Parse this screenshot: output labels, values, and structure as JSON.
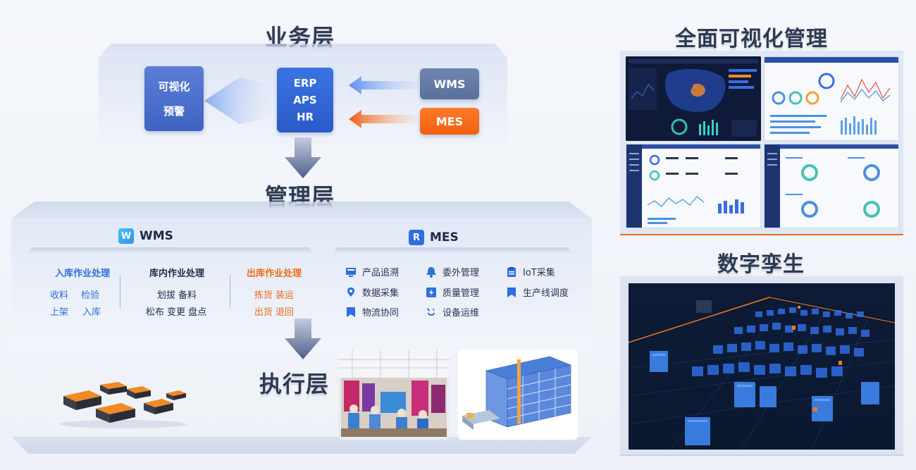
{
  "layers": {
    "business": "业务层",
    "manage": "管理层",
    "execute": "执行层"
  },
  "business": {
    "visual_line1": "可视化",
    "visual_line2": "预警",
    "erp": "ERP",
    "aps": "APS",
    "hr": "HR",
    "wms": "WMS",
    "mes": "MES"
  },
  "manage": {
    "wms": {
      "name": "WMS",
      "logo": "W",
      "inbound": {
        "title": "入库作业处理",
        "items": [
          "收料",
          "检验",
          "上架",
          "入库"
        ]
      },
      "internal": {
        "title": "库内作业处理",
        "items": [
          "划拔 备料",
          "松布 变更 盘点"
        ]
      },
      "outbound": {
        "title": "出库作业处理",
        "items": [
          "拣货 装运",
          "出货 退回"
        ]
      }
    },
    "mes": {
      "name": "MES",
      "logo": "R",
      "items": [
        "产品追溯",
        "委外管理",
        "IoT采集",
        "数据采集",
        "质量管理",
        "生产线调度",
        "物流协同",
        "设备运维"
      ]
    }
  },
  "right": {
    "visual_title": "全面可视化管理",
    "twin_title": "数字孪生"
  },
  "colors": {
    "accent_blue": "#2f6de0",
    "accent_orange": "#f06a1a",
    "dark_text": "#2e3a52"
  }
}
